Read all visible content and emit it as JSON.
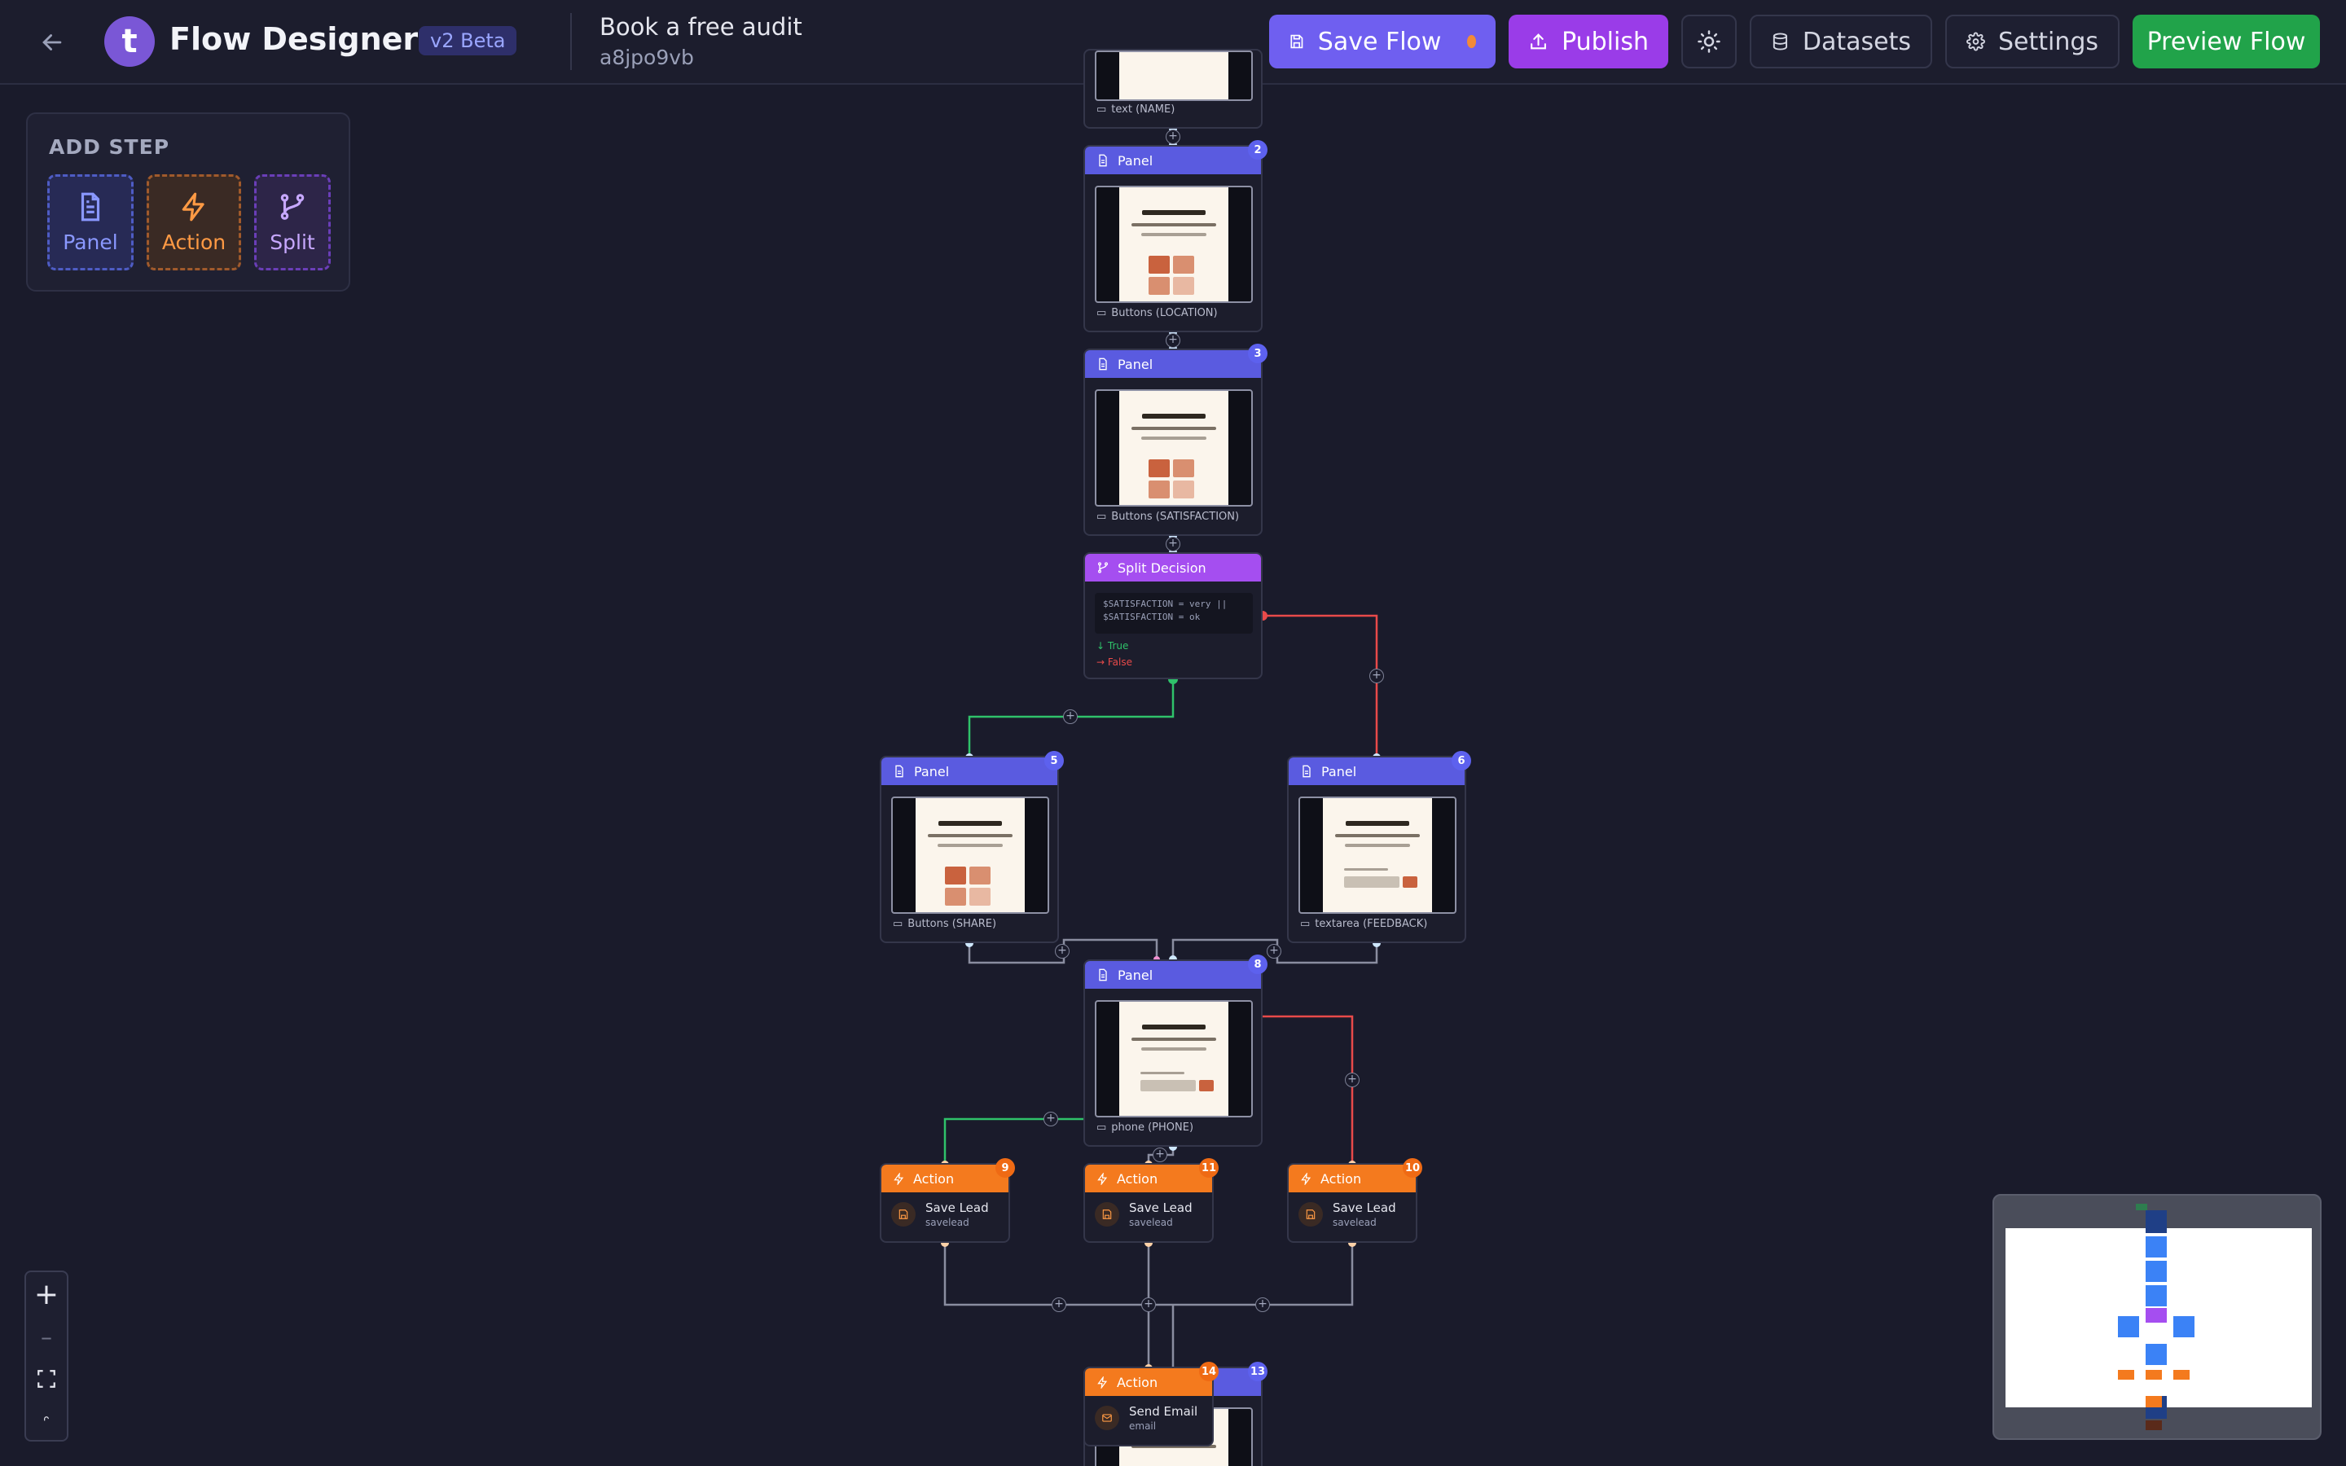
{
  "header": {
    "app_title": "Flow Designer",
    "version_badge": "v2 Beta",
    "logo_letter": "t",
    "flow_name": "Book a free audit",
    "flow_id": "a8jpo9vb",
    "buttons": {
      "save": "Save Flow",
      "publish": "Publish",
      "datasets": "Datasets",
      "settings": "Settings",
      "preview": "Preview Flow"
    },
    "unsaved_indicator_color": "#f28a38"
  },
  "add_step": {
    "title": "ADD STEP",
    "tools": {
      "panel": "Panel",
      "action": "Action",
      "split": "Split"
    }
  },
  "nodes": {
    "top_partial": {
      "field": "text (NAME)"
    },
    "panel_2": {
      "title": "Panel",
      "badge": "2",
      "field": "Buttons (LOCATION)"
    },
    "panel_3": {
      "title": "Panel",
      "badge": "3",
      "field": "Buttons (SATISFACTION)"
    },
    "split": {
      "title": "Split Decision",
      "condition_line1": "$SATISFACTION = very ||",
      "condition_line2": "$SATISFACTION = ok",
      "true_label": "True",
      "false_label": "False"
    },
    "panel_5": {
      "title": "Panel",
      "badge": "5",
      "field": "Buttons (SHARE)"
    },
    "panel_6": {
      "title": "Panel",
      "badge": "6",
      "field": "textarea (FEEDBACK)"
    },
    "panel_8": {
      "title": "Panel",
      "badge": "8",
      "field": "phone (PHONE)"
    },
    "action_9": {
      "title": "Action",
      "badge": "9",
      "label": "Save Lead",
      "sub": "savelead"
    },
    "action_11": {
      "title": "Action",
      "badge": "11",
      "label": "Save Lead",
      "sub": "savelead"
    },
    "action_10": {
      "title": "Action",
      "badge": "10",
      "label": "Save Lead",
      "sub": "savelead"
    },
    "action_14": {
      "title": "Action",
      "badge": "14",
      "label": "Send Email",
      "sub": "email"
    },
    "panel_13": {
      "badge": "13"
    }
  },
  "edge_add_symbol": "+",
  "zoom_controls": {
    "zoom_in": "+",
    "zoom_out": "–"
  },
  "colors": {
    "panel": "#5a5be0",
    "split": "#a54ef0",
    "action": "#f47a1e",
    "true_edge": "#2fc26a",
    "false_edge": "#e84a4a",
    "edge": "#8a8da0"
  }
}
